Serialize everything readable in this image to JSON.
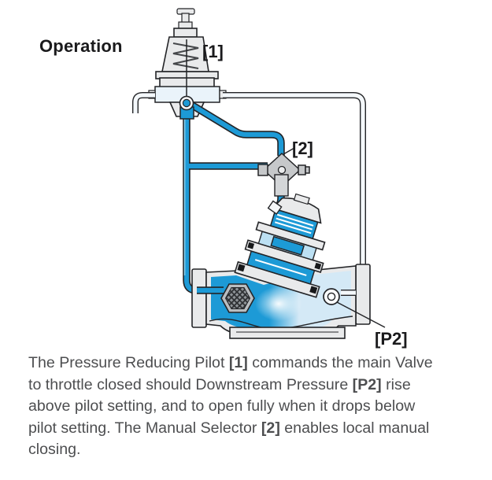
{
  "page": {
    "heading": "Operation"
  },
  "diagram": {
    "labels": {
      "pilot": "[1]",
      "selector": "[2]",
      "downstream_pressure": "[P2]"
    },
    "parts": {
      "pilot": "pressure-reducing-pilot",
      "selector": "manual-selector",
      "valve": "main-valve",
      "sense_line": "downstream-sensing-pipe",
      "control_lines": "pilot-control-piping"
    }
  },
  "colors": {
    "pipe-blue": "#1D9AD6",
    "pipe-blue-light": "#85CFEE",
    "downstream-blue": "#D4E9F6",
    "outline": "#232427",
    "metal-light": "#E9EAEB",
    "metal-mid": "#C6C8CA",
    "text-grey": "#4D4E50",
    "label-black": "#1A1A1C"
  },
  "caption": {
    "lines": [
      {
        "runs": [
          {
            "text": "The Pressure Reducing Pilot "
          },
          {
            "text": "[1]",
            "bold": true
          },
          {
            "text": " commands the main Valve"
          }
        ]
      },
      {
        "runs": [
          {
            "text": "to throttle closed should Downstream Pressure "
          },
          {
            "text": "[P2]",
            "bold": true
          },
          {
            "text": " rise"
          }
        ]
      },
      {
        "runs": [
          {
            "text": "above pilot setting, and to open fully when it drops below"
          }
        ]
      },
      {
        "runs": [
          {
            "text": "pilot setting. The Manual Selector "
          },
          {
            "text": "[2]",
            "bold": true
          },
          {
            "text": " enables local manual"
          }
        ]
      },
      {
        "runs": [
          {
            "text": "closing."
          }
        ]
      }
    ]
  }
}
